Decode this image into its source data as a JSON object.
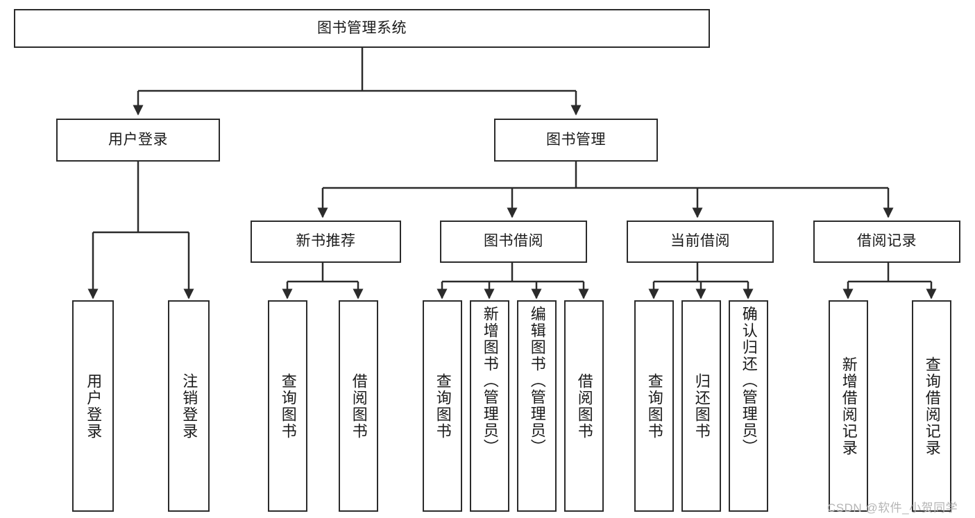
{
  "diagram": {
    "type": "tree-hierarchy",
    "title": "图书管理系统",
    "root": {
      "id": "root",
      "label": "图书管理系统"
    },
    "level1": [
      {
        "id": "user-login",
        "label": "用户登录"
      },
      {
        "id": "book-manage",
        "label": "图书管理"
      }
    ],
    "level2": [
      {
        "id": "new-book-recommend",
        "label": "新书推荐",
        "parent": "book-manage"
      },
      {
        "id": "book-borrow",
        "label": "图书借阅",
        "parent": "book-manage"
      },
      {
        "id": "current-borrow",
        "label": "当前借阅",
        "parent": "book-manage"
      },
      {
        "id": "borrow-record",
        "label": "借阅记录",
        "parent": "book-manage"
      }
    ],
    "leaves": [
      {
        "id": "leaf-user-login",
        "label": "用户登录",
        "parent": "user-login"
      },
      {
        "id": "leaf-logout",
        "label": "注销登录",
        "parent": "user-login"
      },
      {
        "id": "leaf-query-book-rec",
        "label": "查询图书",
        "parent": "new-book-recommend"
      },
      {
        "id": "leaf-borrow-book-rec",
        "label": "借阅图书",
        "parent": "new-book-recommend"
      },
      {
        "id": "leaf-query-book-brw",
        "label": "查询图书",
        "parent": "book-borrow"
      },
      {
        "id": "leaf-add-book",
        "label": "新增图书（管理员）",
        "parent": "book-borrow"
      },
      {
        "id": "leaf-edit-book",
        "label": "编辑图书（管理员）",
        "parent": "book-borrow"
      },
      {
        "id": "leaf-borrow-book",
        "label": "借阅图书",
        "parent": "book-borrow"
      },
      {
        "id": "leaf-query-book-cur",
        "label": "查询图书",
        "parent": "current-borrow"
      },
      {
        "id": "leaf-return-book",
        "label": "归还图书",
        "parent": "current-borrow"
      },
      {
        "id": "leaf-confirm-return",
        "label": "确认归还（管理员）",
        "parent": "current-borrow"
      },
      {
        "id": "leaf-add-record",
        "label": "新增借阅记录",
        "parent": "borrow-record"
      },
      {
        "id": "leaf-query-record",
        "label": "查询借阅记录",
        "parent": "borrow-record"
      }
    ]
  },
  "watermark": {
    "text": "CSDN @软件_小贺同学"
  },
  "colors": {
    "stroke": "#2b2b2b",
    "background": "#ffffff",
    "text": "#1a1a1a",
    "watermark": "#b5b5b5"
  }
}
